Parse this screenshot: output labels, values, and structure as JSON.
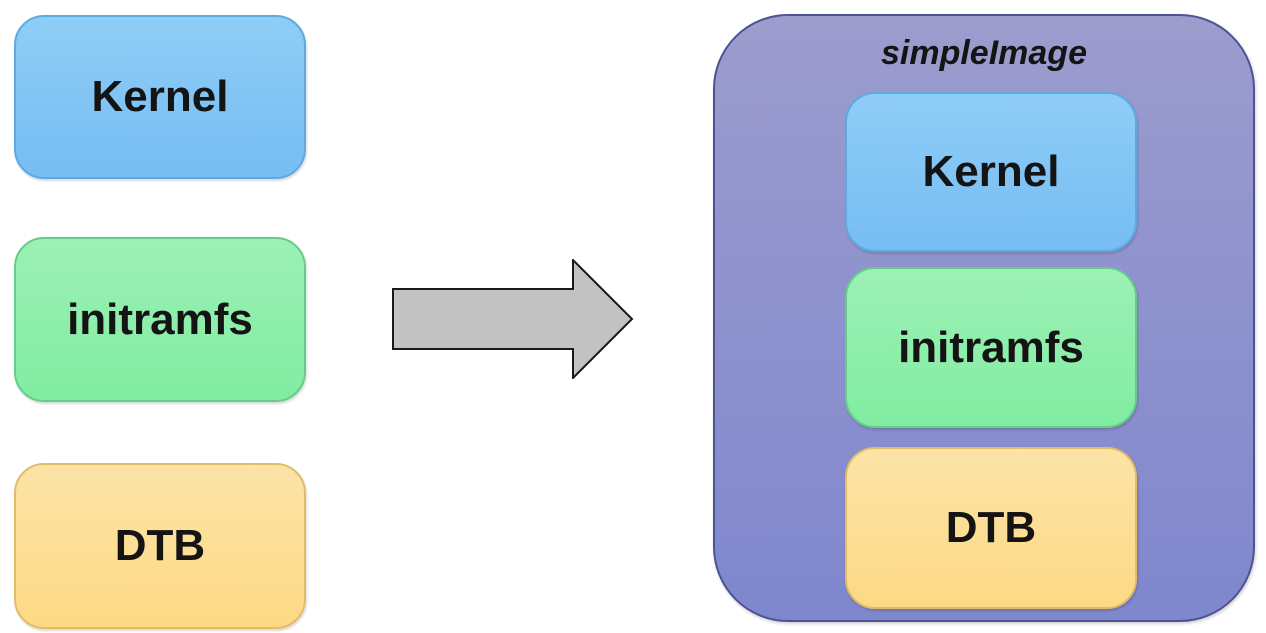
{
  "left": {
    "items": [
      {
        "label": "Kernel"
      },
      {
        "label": "initramfs"
      },
      {
        "label": "DTB"
      }
    ]
  },
  "arrow": {
    "icon": "right-arrow",
    "direction": "right"
  },
  "container": {
    "title": "simpleImage",
    "items": [
      {
        "label": "Kernel"
      },
      {
        "label": "initramfs"
      },
      {
        "label": "DTB"
      }
    ]
  },
  "colors": {
    "kernel_top": "#8ecdf6",
    "kernel_bottom": "#76bdf3",
    "kernel_border": "#5ea9e0",
    "initramfs_top": "#9df0b6",
    "initramfs_bottom": "#80eda1",
    "initramfs_border": "#67cc8a",
    "dtb_top": "#fce3a6",
    "dtb_bottom": "#fdd985",
    "dtb_border": "#e3bc68",
    "container_top": "#9c9ccd",
    "container_bottom": "#7f87cd",
    "container_border": "#4d5295",
    "arrow_fill": "#c2c2c2",
    "arrow_stroke": "#1a1a1a",
    "label_text": "#141414"
  }
}
